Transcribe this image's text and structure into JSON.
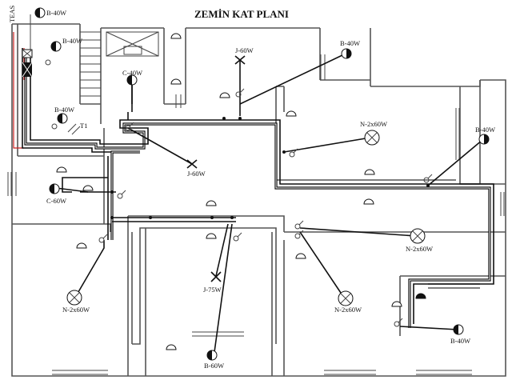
{
  "title": "ZEMİN KAT PLANI",
  "teas_label": "TEAS",
  "t1_label": "T1",
  "fixtures": [
    {
      "id": "b40-top-left",
      "label": "B-40W"
    },
    {
      "id": "b40-left",
      "label": "B-40W"
    },
    {
      "id": "b40-left-lower",
      "label": "B-40W"
    },
    {
      "id": "b40-top-right",
      "label": "B-40W"
    },
    {
      "id": "b40-right",
      "label": "B-40W"
    },
    {
      "id": "b40-bottom-right",
      "label": "B-40W"
    },
    {
      "id": "c40",
      "label": "C-40W"
    },
    {
      "id": "c60",
      "label": "C-60W"
    },
    {
      "id": "j60-top",
      "label": "J-60W"
    },
    {
      "id": "j60-mid",
      "label": "J-60W"
    },
    {
      "id": "j75",
      "label": "J-75W"
    },
    {
      "id": "n2x60-right-top",
      "label": "N-2x60W"
    },
    {
      "id": "n2x60-right-mid",
      "label": "N-2x60W"
    },
    {
      "id": "n2x60-center",
      "label": "N-2x60W"
    },
    {
      "id": "n2x60-left",
      "label": "N-2x60W"
    },
    {
      "id": "b60-bottom",
      "label": "B-60W"
    }
  ]
}
